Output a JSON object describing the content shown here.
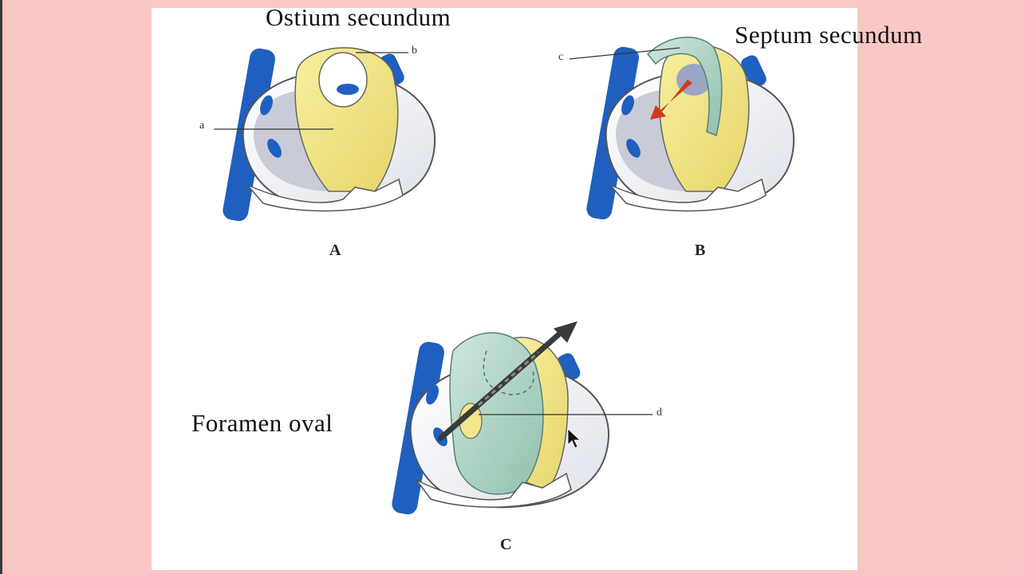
{
  "labels": {
    "ostium": "Ostium secundum",
    "septum": "Septum secundum",
    "foramen": "Foramen oval"
  },
  "panels": {
    "a": "A",
    "b": "B",
    "c": "C"
  },
  "pointers": {
    "a": "a",
    "b": "b",
    "c": "c",
    "d": "d"
  },
  "colors": {
    "background": "#f9c8c4",
    "panel": "#ffffff",
    "vessel": "#1f5fbf",
    "septum_primum": "#f2e58a",
    "septum_secundum": "#a9d2c3",
    "heart_wall": "#ffffff",
    "chamber_shadow": "#c9ccd6",
    "arrow_red": "#d23a1e",
    "arrow_dark": "#3b3b3b"
  }
}
